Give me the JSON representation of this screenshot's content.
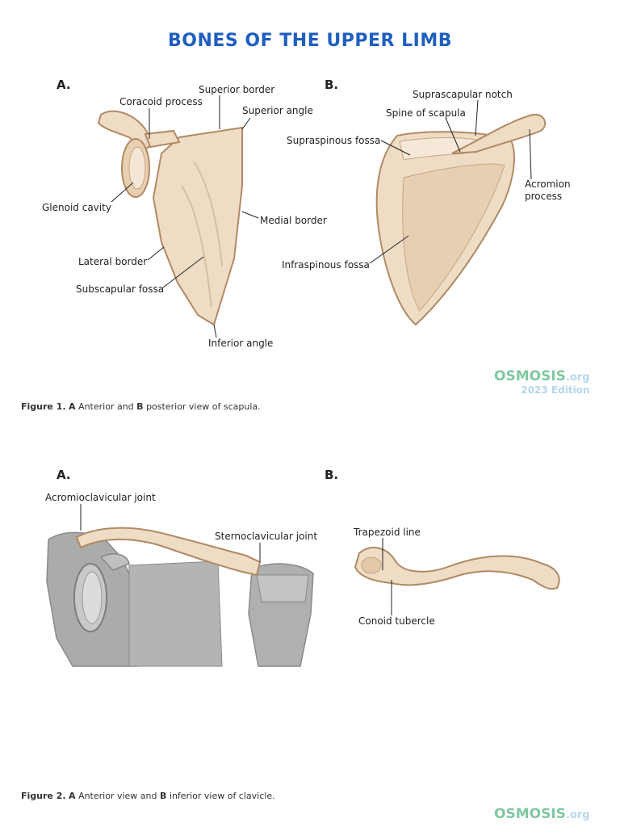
{
  "title": "BONES OF THE UPPER LIMB",
  "figure1": {
    "panel_a": "A.",
    "panel_b": "B.",
    "labels_a": {
      "superior_border": "Superior border",
      "coracoid_process": "Coracoid process",
      "superior_angle": "Superior angle",
      "glenoid_cavity": "Glenoid cavity",
      "medial_border": "Medial border",
      "lateral_border": "Lateral border",
      "subscapular_fossa": "Subscapular fossa",
      "inferior_angle": "Inferior angle"
    },
    "labels_b": {
      "suprascapular_notch": "Suprascapular notch",
      "spine_of_scapula": "Spine of scapula",
      "supraspinous_fossa": "Supraspinous fossa",
      "acromion_process_1": "Acromion",
      "acromion_process_2": "process",
      "infraspinous_fossa": "Infraspinous fossa"
    },
    "caption_label": "Figure 1.",
    "caption_a": "A",
    "caption_mid": "Anterior and",
    "caption_b": "B",
    "caption_end": "posterior view of scapula."
  },
  "figure2": {
    "panel_a": "A.",
    "panel_b": "B.",
    "labels_a": {
      "acromioclavicular_joint": "Acromioclavicular joint",
      "sternoclavicular_joint": "Sternoclavicular joint"
    },
    "labels_b": {
      "trapezoid_line": "Trapezoid line",
      "conoid_tubercle": "Conoid tubercle"
    },
    "caption_label": "Figure 2.",
    "caption_a": "A",
    "caption_mid": "Anterior view and",
    "caption_b": "B",
    "caption_end": "inferior view of clavicle."
  },
  "logo": {
    "brand": "OSMOSIS",
    "tld": ".org",
    "edition": "2023 Edition"
  },
  "colors": {
    "title": "#1f5fbf",
    "bone_fill": "#efdcc5",
    "bone_stroke": "#b08a64",
    "gray_bone": "#a9a9a9",
    "logo_green": "#7fc8a0",
    "logo_blue": "#b7d6ef"
  }
}
